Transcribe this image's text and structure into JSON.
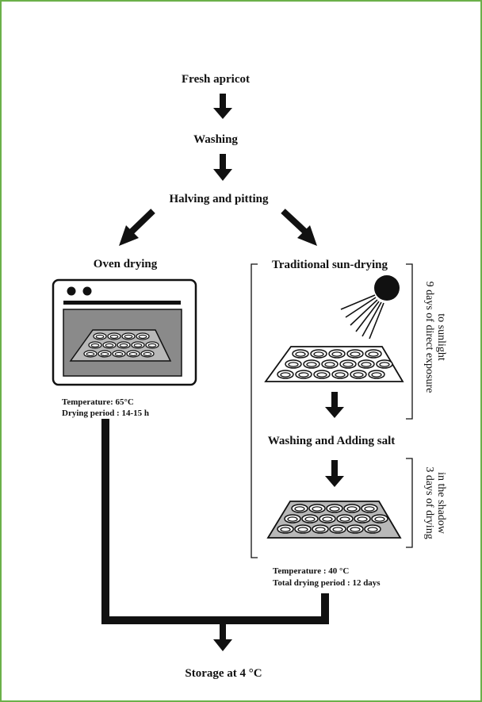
{
  "steps": {
    "fresh": "Fresh apricot",
    "washing": "Washing",
    "halving": "Halving and pitting",
    "oven": "Oven drying",
    "sun": "Traditional sun-drying",
    "wash_salt": "Washing and Adding salt",
    "storage": "Storage at 4 °C"
  },
  "oven_params": {
    "temperature": "Temperature: 65°C",
    "period": "Drying period : 14-15 h"
  },
  "sun_params": {
    "temperature": "Temperature : 40 °C",
    "period": "Total drying period : 12 days"
  },
  "brackets": {
    "sun_line1": "9 days of direct exposure",
    "sun_line2": "to sunlight",
    "shadow_line1": "3 days of drying",
    "shadow_line2": "in the shadow"
  },
  "colors": {
    "border": "#6bb04a",
    "ink": "#111111",
    "tray_dark": "#8a8a8a",
    "tray_light": "#b8b8b8"
  }
}
